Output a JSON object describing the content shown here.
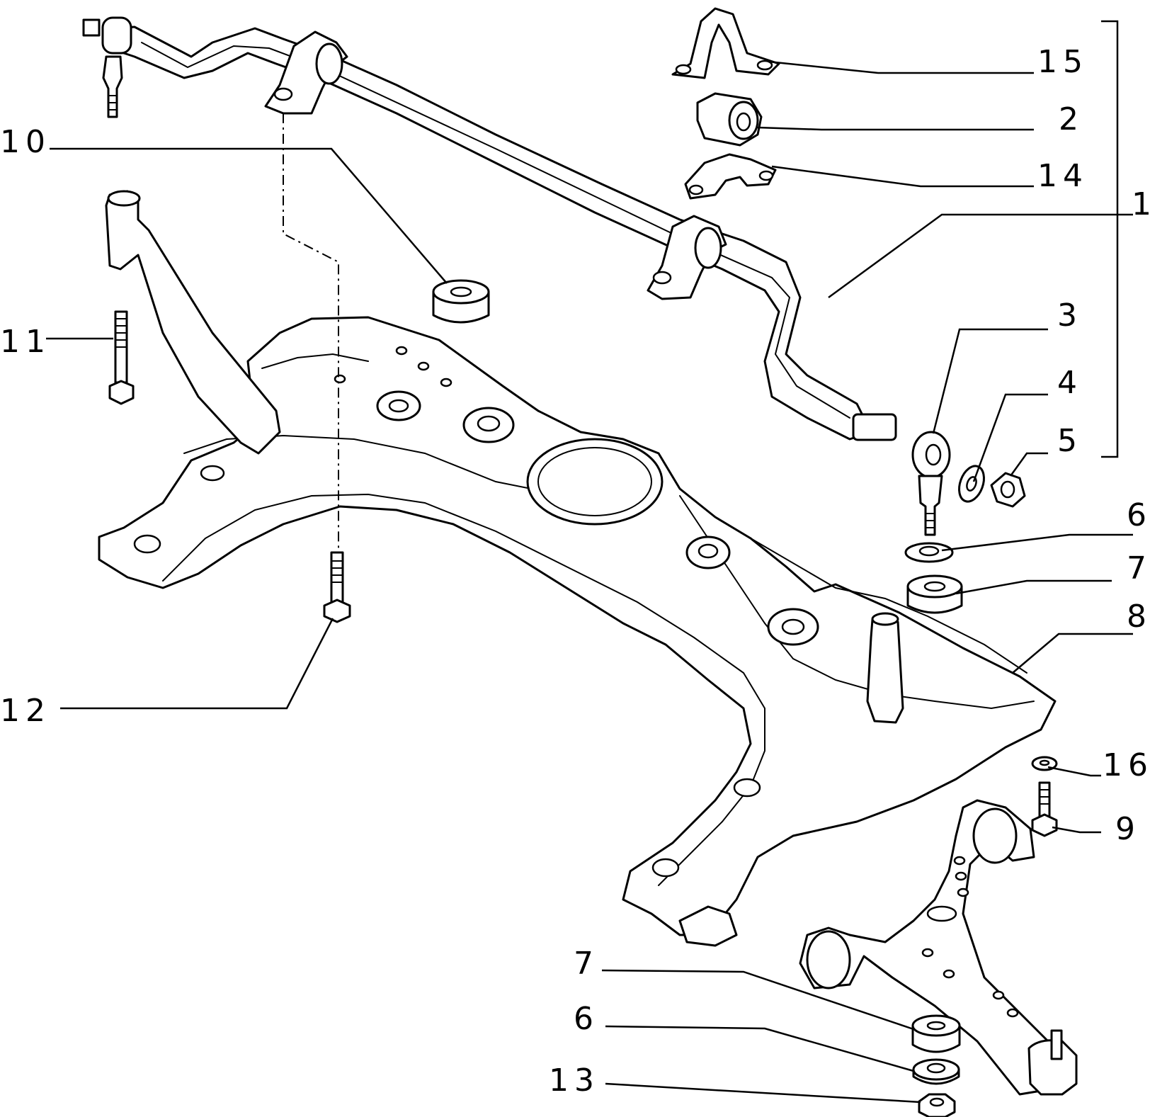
{
  "callouts": {
    "c15": "15",
    "c2": "2",
    "c14": "14",
    "c1": "1",
    "c3": "3",
    "c4": "4",
    "c5": "5",
    "c6a": "6",
    "c7a": "7",
    "c8": "8",
    "c10": "10",
    "c11": "11",
    "c12": "12",
    "c16": "16",
    "c9": "9",
    "c7b": "7",
    "c6b": "6",
    "c13": "13"
  }
}
